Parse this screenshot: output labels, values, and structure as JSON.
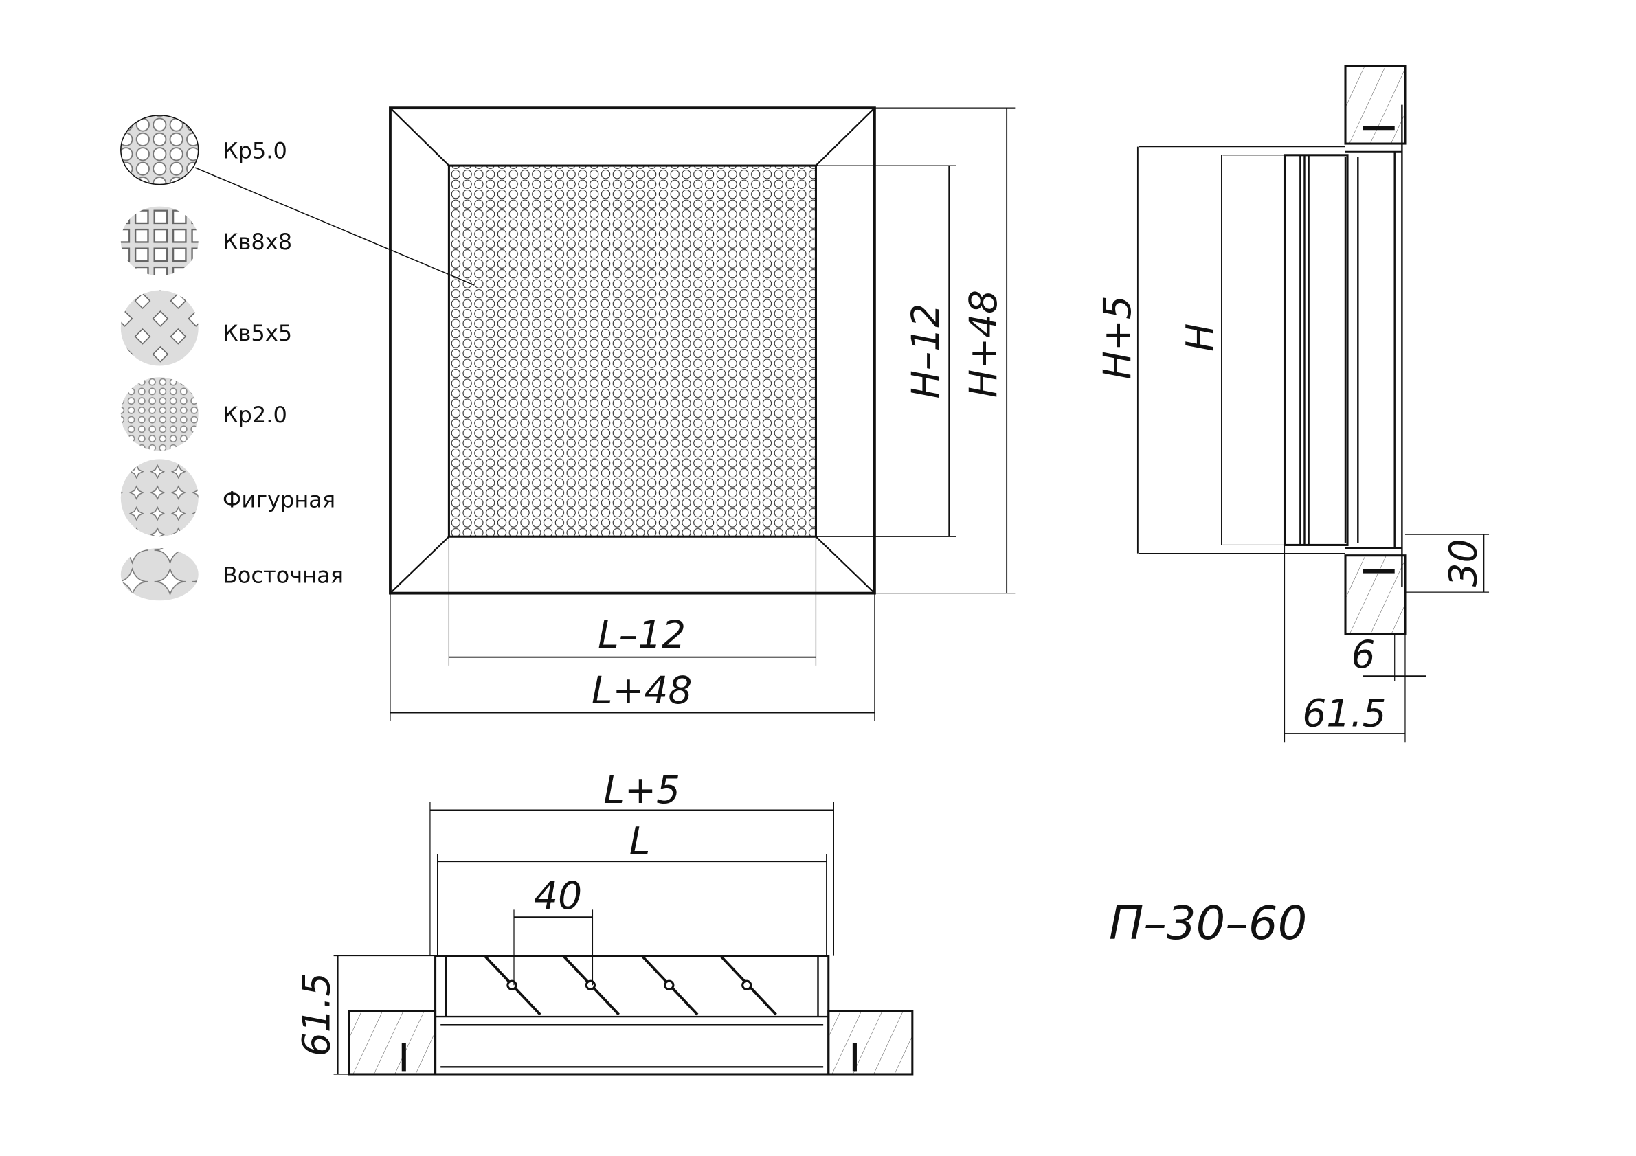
{
  "legend": {
    "items": [
      {
        "label": "Кр5.0",
        "pattern": "round-holes-large"
      },
      {
        "label": "Кв8х8",
        "pattern": "square-holes"
      },
      {
        "label": "Кв5х5",
        "pattern": "diamond-holes"
      },
      {
        "label": "Кр2.0",
        "pattern": "round-holes-small"
      },
      {
        "label": "Фигурная",
        "pattern": "figured"
      },
      {
        "label": "Восточная",
        "pattern": "oriental"
      }
    ]
  },
  "front_view": {
    "dims": {
      "inner_height": "H–12",
      "outer_height": "H+48",
      "inner_width": "L–12",
      "outer_width": "L+48"
    }
  },
  "side_view": {
    "dims": {
      "height_plus": "H+5",
      "height": "H",
      "flange": "30",
      "gap": "6",
      "depth": "61.5"
    }
  },
  "bottom_view": {
    "dims": {
      "width_plus": "L+5",
      "width": "L",
      "pitch": "40",
      "depth": "61.5"
    }
  },
  "model": "П–30–60",
  "colors": {
    "line": "#111111",
    "texture": "#d8d8d8"
  }
}
